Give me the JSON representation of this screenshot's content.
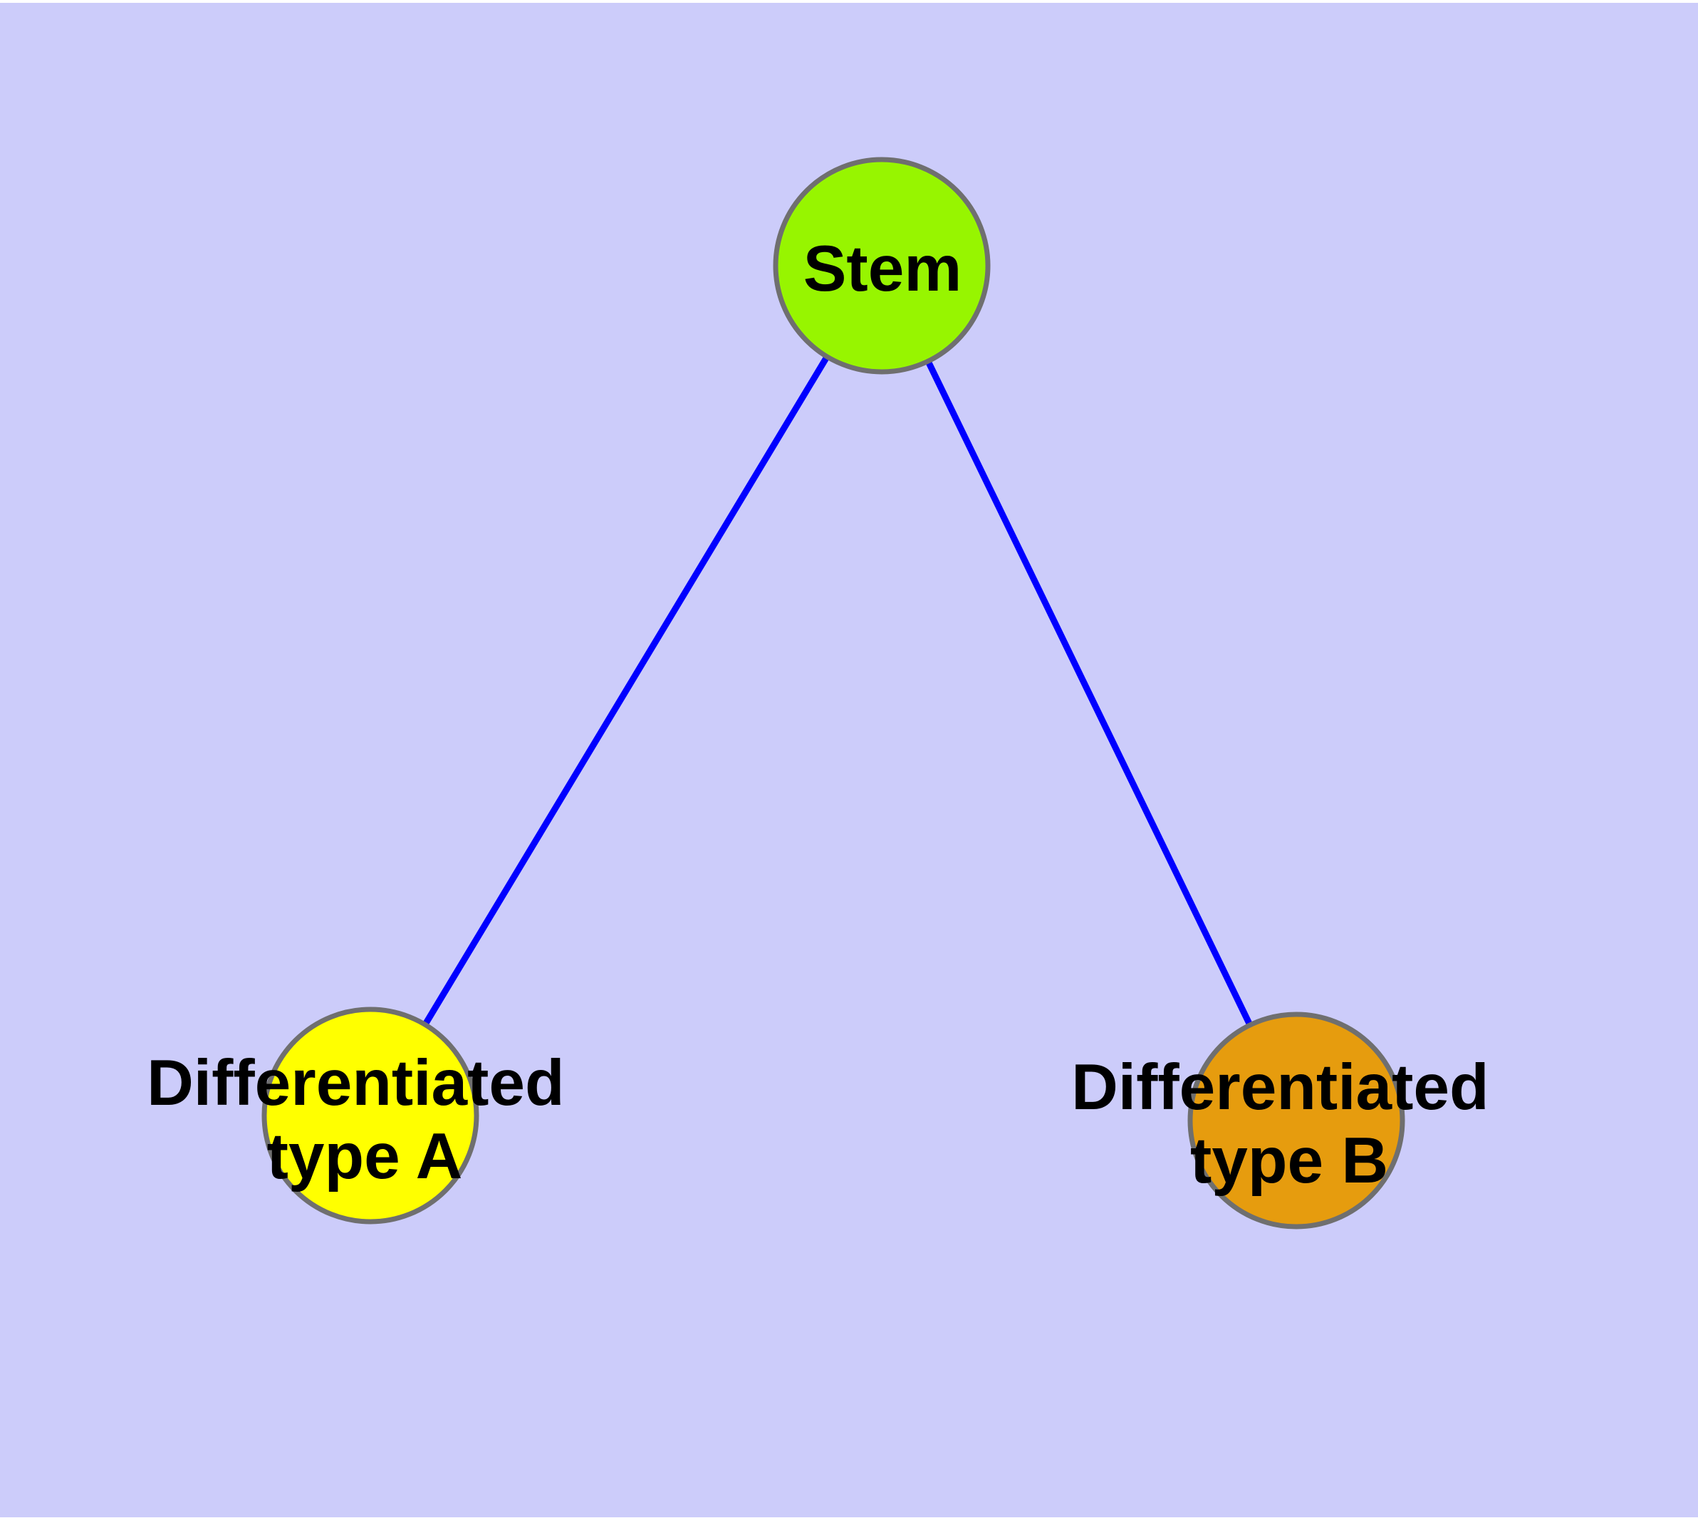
{
  "diagram": {
    "description": "Graph of stem cell differentiation with one stem node and two differentiated type nodes",
    "page_background": "#FFFFFF",
    "background_color": "#CCCCFA",
    "edge_color": "#0000FF",
    "node_border_color": "#6F6F6F",
    "label_color": "#000000",
    "nodes": [
      {
        "id": "stem",
        "label": "Stem",
        "fill": "#97F500"
      },
      {
        "id": "differentiated-type-a",
        "label": "Differentiated type A",
        "label_line1": "Differentiated",
        "label_line2": "type A",
        "fill": "#FFFF00"
      },
      {
        "id": "differentiated-type-b",
        "label": "Differentiated type B",
        "label_line1": "Differentiated",
        "label_line2": "type B",
        "fill": "#E69C0E"
      }
    ],
    "edges": [
      {
        "from": "Stem",
        "to": "Differentiated type A"
      },
      {
        "from": "Stem",
        "to": "Differentiated type B"
      }
    ]
  }
}
